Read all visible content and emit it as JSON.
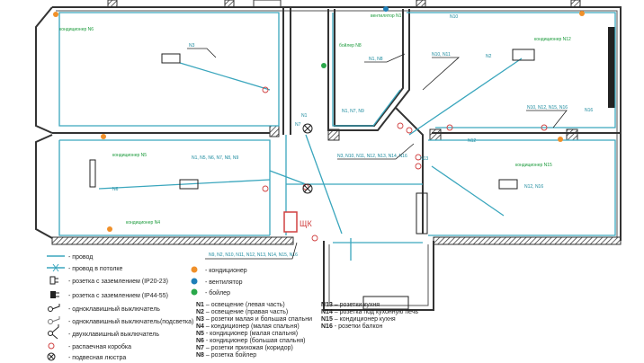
{
  "plan": {
    "panel_label": "ЩК",
    "labels": {
      "ac_n6": "кондиционер N6",
      "ac_n5": "кондиционер N5",
      "ac_n4": "кондиционер N4",
      "ac_n12": "кондиционер N12",
      "ac_n15": "кондиционер N15",
      "fan_n1": "вентилятор N1",
      "boiler_n8": "бойлер N8",
      "n1_n8": "N1, N8",
      "n10_n11": "N10, N11",
      "n1_n7_n9": "N1, N7, N9",
      "n10_n12_n15_n16": "N10, N12, N15, N16",
      "n3_group": "N3, N10, N11, N12, N13, N14, N16",
      "n1_group": "N1, N5, N6, N7, N8, N9",
      "n9_group": "N9, N2, N10, N11, N12, N13, N14, N15, N16",
      "n12_n16": "N12, N16",
      "n1": "N1",
      "n2": "N2",
      "n3": "N3",
      "n7": "N7",
      "n10": "N10",
      "n12": "N12",
      "n13": "N13",
      "n16": "N16",
      "n6": "N6"
    }
  },
  "legend": {
    "items": [
      {
        "icon": "wire",
        "label": "- провод"
      },
      {
        "icon": "ceiling-wire",
        "label": "- провод в потолке"
      },
      {
        "icon": "socket-ip20",
        "label": "- розетка с заземлением (IP20-23)"
      },
      {
        "icon": "socket-ip44",
        "label": "- розетка с заземлением (IP44-55)"
      },
      {
        "icon": "switch-single",
        "label": "- одноклавишный выключатель"
      },
      {
        "icon": "switch-single-lit",
        "label": "- одноклавишный выключатель(подсветка)"
      },
      {
        "icon": "switch-double",
        "label": "- двухклавишный выключатель"
      },
      {
        "icon": "junction-box",
        "label": "- распаечная коробка"
      },
      {
        "icon": "chandelier",
        "label": "- подвесная люстра"
      }
    ],
    "dots": [
      {
        "color": "#f0902a",
        "label": "- кондиционер"
      },
      {
        "color": "#1e7fb8",
        "label": "- вентилятор"
      },
      {
        "color": "#2aa84a",
        "label": "- бойлер"
      }
    ],
    "circuits_left": [
      {
        "code": "N1",
        "label": " – освещение (левая часть)"
      },
      {
        "code": "N2",
        "label": " – освещение (правая часть)"
      },
      {
        "code": "N3",
        "label": " – розетки малая и большая спальни"
      },
      {
        "code": "N4",
        "label": " – кондиционер (малая спальня)"
      },
      {
        "code": "N5",
        "label": " - кондиционер (малая спальня)"
      },
      {
        "code": "N6",
        "label": " - кондиционер (большая спальня)"
      },
      {
        "code": "N7",
        "label": " – розетки прихожая (коридор)"
      },
      {
        "code": "N8",
        "label": " – розетка бойлер"
      }
    ],
    "circuits_right": [
      {
        "code": "N13",
        "label": " – розетки кухня"
      },
      {
        "code": "N14",
        "label": " – розетка под кухонную печь"
      },
      {
        "code": "N15",
        "label": " – кондиционер кухня"
      },
      {
        "code": "N16",
        "label": " - розетки балкон"
      }
    ]
  }
}
